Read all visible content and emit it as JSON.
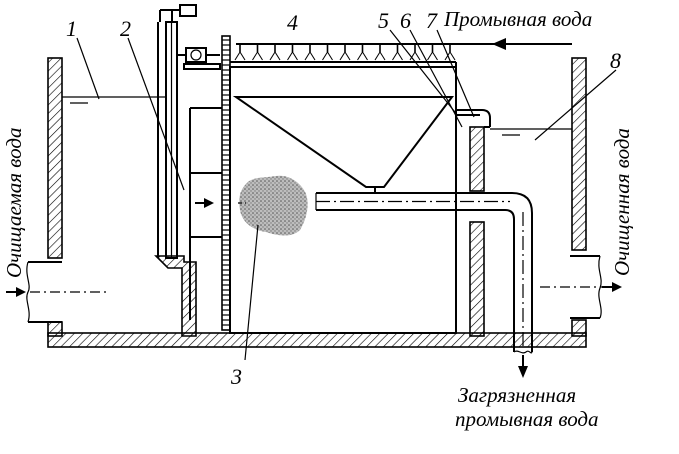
{
  "labels": {
    "n1": "1",
    "n2": "2",
    "n3": "3",
    "n4": "4",
    "n5": "5",
    "n6": "6",
    "n7": "7",
    "n8": "8",
    "wash_water": "Промывная вода",
    "dirty_line1": "Загрязненная",
    "dirty_line2": "промывная вода",
    "inlet": "Очищаемая вода",
    "outlet": "Очищенная вода"
  },
  "colors": {
    "line": "#000000",
    "background": "#ffffff",
    "blob": "#9a9a9a"
  }
}
